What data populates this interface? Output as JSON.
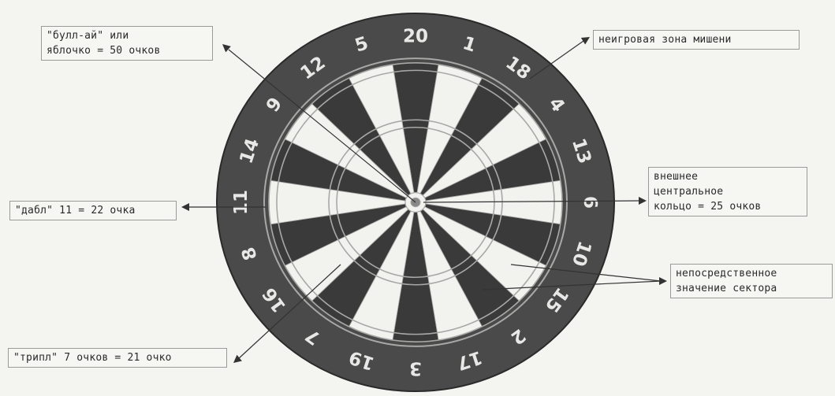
{
  "labels": {
    "bullseye": [
      "\"булл-ай\" или",
      "яблочко = 50 очков"
    ],
    "non_scoring": "неигровая зона мишени",
    "outer_bull": [
      "внешнее",
      "центральное",
      "кольцо = 25 очков"
    ],
    "double": "\"дабл\" 11 = 22 очка",
    "single": [
      "непосредственное",
      "значение сектора"
    ],
    "triple": "\"трипл\" 7 очков = 21 очко"
  },
  "board": {
    "sector_numbers": [
      "20",
      "1",
      "18",
      "4",
      "13",
      "6",
      "10",
      "15",
      "2",
      "17",
      "3",
      "19",
      "7",
      "16",
      "8",
      "11",
      "14",
      "9",
      "12",
      "5"
    ]
  },
  "colors": {
    "dark": "#3a3a3a",
    "light": "#f2f2ef",
    "surround": "#4a4a4a",
    "wire": "#a8a8a6",
    "arrow": "#333333"
  }
}
